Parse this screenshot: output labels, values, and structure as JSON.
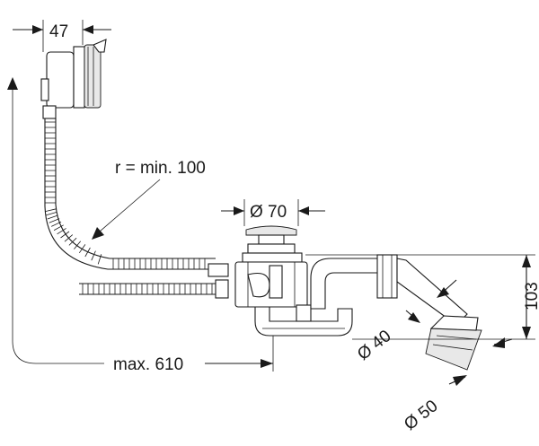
{
  "labels": {
    "dim_top_width": "47",
    "bend_radius": "r = min. 100",
    "outlet_diameter": "Ø 70",
    "height_offset": "103",
    "pipe_40": "Ø 40",
    "pipe_50": "Ø 50",
    "max_length": "max. 610"
  },
  "colors": {
    "line": "#1a1a1a",
    "fill": "#ffffff",
    "shade": "#e8e8e8"
  }
}
